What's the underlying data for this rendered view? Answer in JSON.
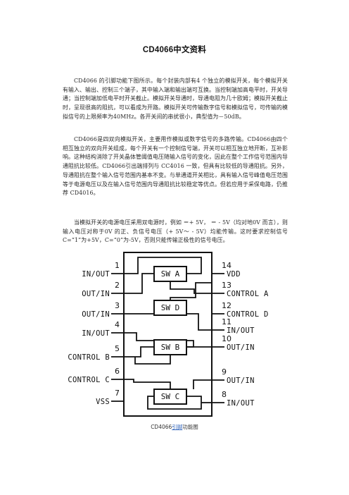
{
  "document": {
    "title": "CD4066中文资料",
    "paragraphs": [
      "CD4066 的引脚功能下图所示。每个封装内部有4 个独立的模拟开关，每个模拟开关有输入、输出、控制三个端子，其中输入端和输出端可互换。当控制端加高电平时，开关导通；当控制端加低电平时开关截止。模拟开关导通时，导通电阻为几十欧姆；模拟开关截止时，呈现很高的阻抗，可以看成为开路。模拟开关可传输数字信号和模拟信号，可传输的模拟信号的上限频率为40MHz。各开关间的串扰很小，典型值为－50dB。",
      "CD4066是四双向模拟开关，主要用作模拟或数字信号的多路传输。CD4066由四个相互独立的双向开关组成，每个开关有一个控制信号端，开关可以相互独立地开断，互补影响。这种结构消除了开关晶体管阈值电压随输入信号的变化，因此在整个工作信号范围内导通阻抗比较低。CD4066引出端排列与 CC4016 一致，但具有比较低的导通阻抗。另外，导通阻抗在整个输入信号范围内基本不变。与单通道开关相比，具有输入信号峰值电压范围等于电源电压以及在输入信号范围内导通阻抗比较稳定等优点。但若应用于采保电路，仍推荐 CD4016。",
      "当模拟开关的电源电压采用双电源时，例如 ＝+ 5V， ＝ - 5V（均对地0V 而言），则输入电压对称于0V 的正、负信号电压（+ 5V～ - 5V）均能传输。这时要求控制信号 C=“1”为+5V，C=“0”为-5V，否则只能传输正极性的信号电压。"
    ]
  },
  "diagram": {
    "left_pins": [
      {
        "num": "1",
        "label": "IN/OUT"
      },
      {
        "num": "2",
        "label": "OUT/IN"
      },
      {
        "num": "3",
        "label": "OUT/IN"
      },
      {
        "num": "4",
        "label": "IN/OUT"
      },
      {
        "num": "5",
        "label": "CONTROL B"
      },
      {
        "num": "6",
        "label": "CONTROL C"
      },
      {
        "num": "7",
        "label": "VSS"
      }
    ],
    "right_pins": [
      {
        "num": "14",
        "label": "VDD"
      },
      {
        "num": "13",
        "label": "CONTROL A"
      },
      {
        "num": "12",
        "label": "CONTROL D"
      },
      {
        "num": "11",
        "label": "IN/OUT"
      },
      {
        "num": "10",
        "label": "OUT/IN"
      },
      {
        "num": "9",
        "label": "OUT/IN"
      },
      {
        "num": "8",
        "label": "IN/OUT"
      }
    ],
    "switches": [
      "SW A",
      "SW D",
      "SW B",
      "SW C"
    ]
  },
  "caption": {
    "prefix": "CD4066",
    "link": "引脚",
    "suffix": "功能图"
  }
}
